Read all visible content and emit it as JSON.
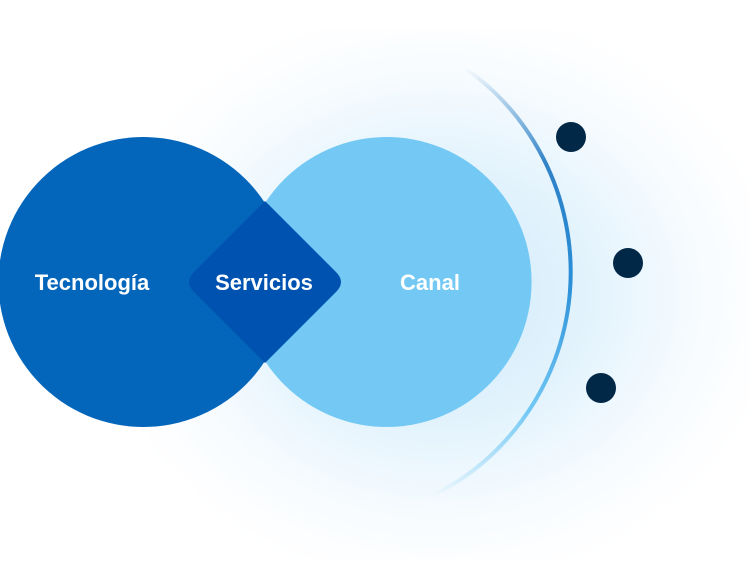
{
  "diagram": {
    "title": "",
    "nodes": [
      {
        "id": "tecnologia",
        "label": "Tecnología",
        "color": "#0466BA"
      },
      {
        "id": "servicios",
        "label": "Servicios",
        "color": "#0052B0"
      },
      {
        "id": "canal",
        "label": "Canal",
        "color": "#73C9F4"
      }
    ],
    "orbit": {
      "dot_count": 3,
      "dot_color": "#022847",
      "arc_color_top": "#0466BA",
      "arc_color_bottom": "#73C9F4"
    }
  }
}
